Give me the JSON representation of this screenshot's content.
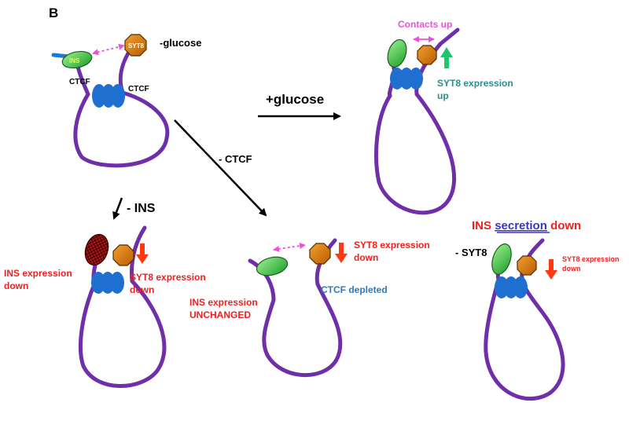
{
  "panel_letter": "B",
  "colors": {
    "loop": "#6f2fa8",
    "ctcf": "#1f6fd1",
    "ins_green": "#3fcf48",
    "syt8_orange": "#c86a0a",
    "red_text": "#f02020",
    "teal_text": "#2a8f8c",
    "blue_text": "#2b7ac2",
    "magenta": "#f04fd8",
    "down_arrow": "#ff3a10",
    "up_arrow": "#20c46a",
    "underline_blue": "#3a35c9"
  },
  "top_left": {
    "ins_label": "INS",
    "syt8_label": "SYT8",
    "glucose_label": "-glucose",
    "ctcf_left": "CTCF",
    "ctcf_right": "CTCF"
  },
  "arrows": {
    "plus_glucose": "+glucose",
    "minus_ctcf": "- CTCF",
    "minus_ins": "- INS"
  },
  "top_right": {
    "contacts_up": "Contacts up",
    "syt8_expr_line1": "SYT8 expression",
    "syt8_expr_line2": "up"
  },
  "bottom_left": {
    "ins_expr_line1": "INS expression",
    "ins_expr_line2": "down",
    "syt8_expr_line1": "SYT8 expression",
    "syt8_expr_line2": "down"
  },
  "bottom_middle": {
    "syt8_expr_line1": "SYT8 expression",
    "syt8_expr_line2": "down",
    "ctcf_depleted": "CTCF depleted",
    "ins_expr_line1": "INS expression",
    "ins_expr_line2": "UNCHANGED"
  },
  "bottom_right": {
    "title_ins": "INS",
    "title_secretion": "secretion",
    "title_down": "down",
    "minus_syt8": "- SYT8",
    "syt8_expr_line1": "SYT8 expression",
    "syt8_expr_line2": "down"
  }
}
